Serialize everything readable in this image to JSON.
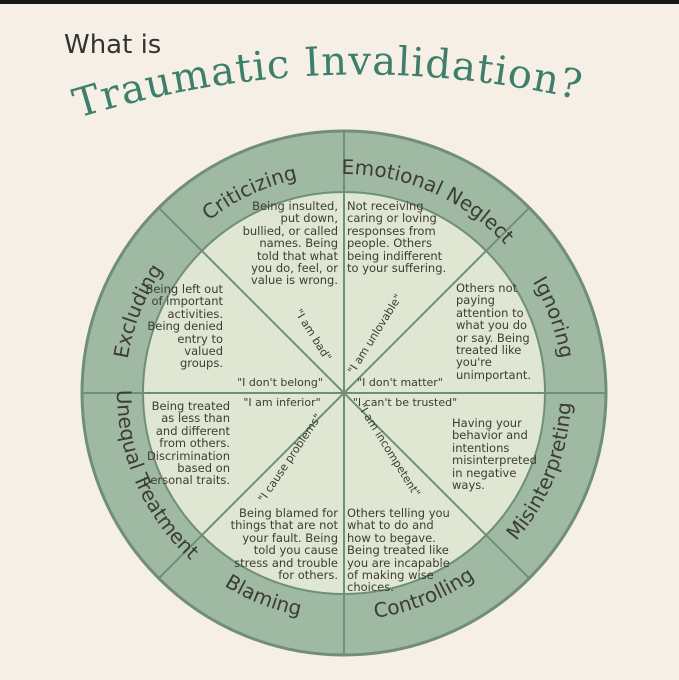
{
  "header": {
    "prefix": "What is",
    "title": "Traumatic Invalidation?"
  },
  "segments": [
    {
      "name": "Criticizing",
      "belief": "\"I am bad\"",
      "description": "Being insulted, put down, bullied, or called names. Being told that what you do, feel, or value is wrong."
    },
    {
      "name": "Emotional Neglect",
      "belief": "\"I am unlovable\"",
      "description": "Not receiving caring or loving responses from people. Others being indifferent to your suffering."
    },
    {
      "name": "Ignoring",
      "belief": "\"I don't matter\"",
      "description": "Others not paying attention to what you do or say. Being treated like you're unimportant."
    },
    {
      "name": "Misinterpreting",
      "belief": "\"I can't be trusted\"",
      "description": "Having your behavior and intentions misinterpreted in negative ways."
    },
    {
      "name": "Controlling",
      "belief": "\"I am incompetent\"",
      "description": "Others telling you what to do and how to begave. Being treated like you are incapable of making wise choices."
    },
    {
      "name": "Blaming",
      "belief": "\"I cause problems\"",
      "description": "Being blamed for things that are not your fault. Being told you cause stress and trouble for others."
    },
    {
      "name": "Unequal Treatment",
      "belief": "\"I am inferior\"",
      "description": "Being treated as less than and different from others. Discrimination based on personal traits."
    },
    {
      "name": "Excluding",
      "belief": "\"I don't belong\"",
      "description": "Being left out of important activities. Being denied entry to valued groups."
    }
  ],
  "colors": {
    "background": "#f6efe6",
    "ring": "#9fb9a3",
    "inner": "#dfe6d2",
    "title": "#3d7f6b",
    "text": "#3c3c36"
  }
}
